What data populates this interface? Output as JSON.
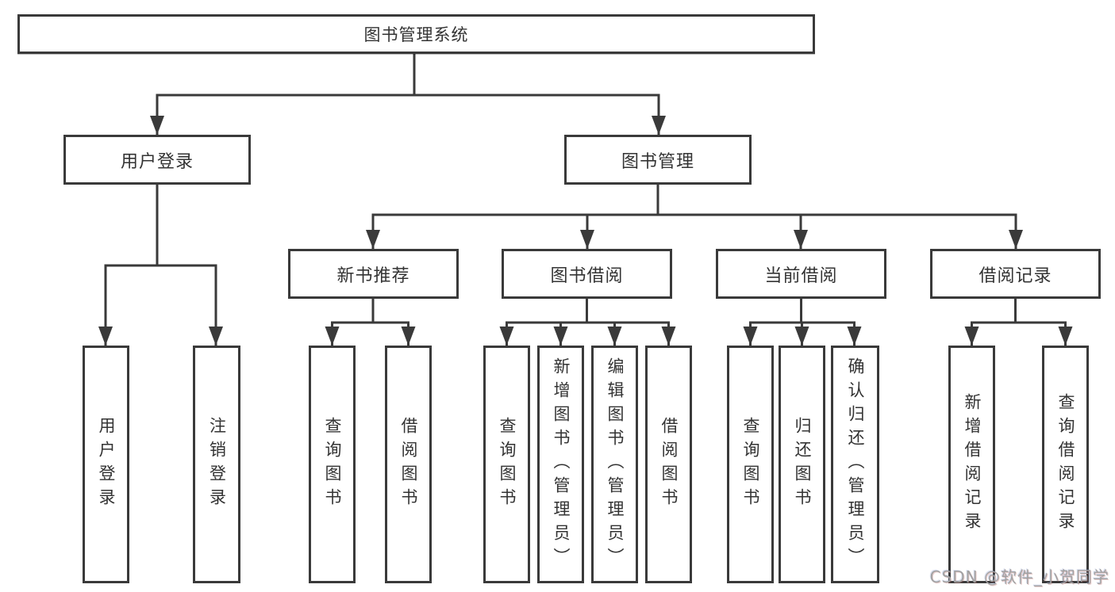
{
  "nodes": {
    "root": "图书管理系统",
    "user_login": "用户登录",
    "book_management": "图书管理",
    "new_book_recommend": "新书推荐",
    "book_borrowing": "图书借阅",
    "current_borrowing": "当前借阅",
    "borrowing_records": "借阅记录",
    "leaf_user_login": "用户登录",
    "leaf_logout_login": "注销登录",
    "rec_query_books": "查询图书",
    "rec_borrow_books": "借阅图书",
    "bor_query_books": "查询图书",
    "bor_add_books_admin": "新增图书（管理员）",
    "bor_edit_books_admin": "编辑图书（管理员）",
    "bor_borrow_books": "借阅图书",
    "cur_query_books": "查询图书",
    "cur_return_books": "归还图书",
    "cur_confirm_return_admin": "确认归还（管理员）",
    "recd_add_borrow_record": "新增借阅记录",
    "recd_query_borrow_record": "查询借阅记录"
  },
  "watermark": "CSDN @软件_小贺同学",
  "colors": {
    "line": "#3a3a3a",
    "text": "#333333",
    "background": "#ffffff",
    "watermark": "#a2a2a2"
  }
}
